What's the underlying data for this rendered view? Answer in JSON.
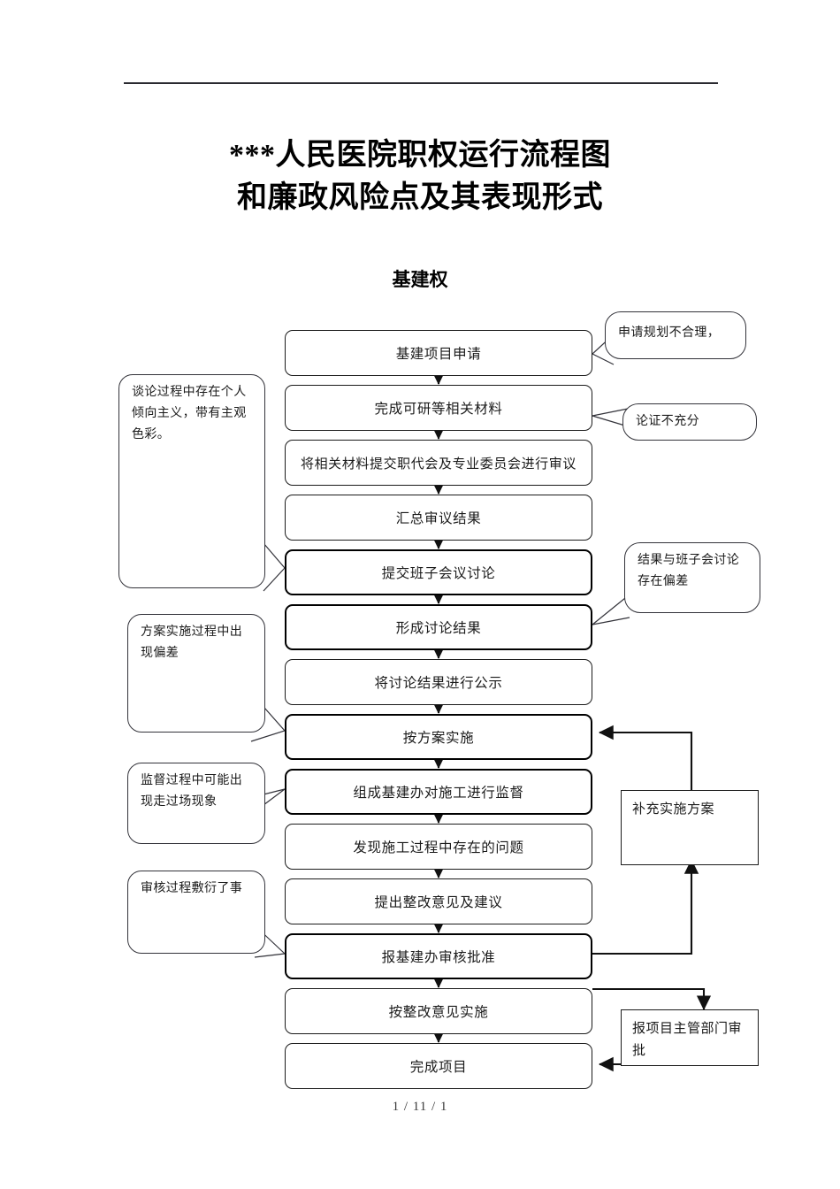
{
  "document": {
    "title": "***人民医院职权运行流程图\n和廉政风险点及其表现形式",
    "section_title": "基建权",
    "footer": "1 / 11 / 1"
  },
  "flow": {
    "steps": [
      {
        "id": "s1",
        "label": "基建项目申请",
        "emphasized": false
      },
      {
        "id": "s2",
        "label": "完成可研等相关材料",
        "emphasized": false
      },
      {
        "id": "s3",
        "label": "将相关材料提交职代会及专业委员会进行审议",
        "emphasized": false
      },
      {
        "id": "s4",
        "label": "汇总审议结果",
        "emphasized": false
      },
      {
        "id": "s5",
        "label": "提交班子会议讨论",
        "emphasized": true
      },
      {
        "id": "s6",
        "label": "形成讨论结果",
        "emphasized": true
      },
      {
        "id": "s7",
        "label": "将讨论结果进行公示",
        "emphasized": false
      },
      {
        "id": "s8",
        "label": "按方案实施",
        "emphasized": true
      },
      {
        "id": "s9",
        "label": "组成基建办对施工进行监督",
        "emphasized": true
      },
      {
        "id": "s10",
        "label": "发现施工过程中存在的问题",
        "emphasized": false
      },
      {
        "id": "s11",
        "label": "提出整改意见及建议",
        "emphasized": false
      },
      {
        "id": "s12",
        "label": "报基建办审核批准",
        "emphasized": true
      },
      {
        "id": "s13",
        "label": "按整改意见实施",
        "emphasized": false
      },
      {
        "id": "s14",
        "label": "完成项目",
        "emphasized": false
      }
    ]
  },
  "risk_callouts": {
    "left": [
      {
        "id": "lc1",
        "text": "谈论过程中存在个人倾向主义，带有主观色彩。"
      },
      {
        "id": "lc2",
        "text": "方案实施过程中出现偏差"
      },
      {
        "id": "lc3",
        "text": "监督过程中可能出现走过场现象"
      },
      {
        "id": "lc4",
        "text": "审核过程敷衍了事"
      }
    ],
    "right": [
      {
        "id": "rc1",
        "text": "申请规划不合理，"
      },
      {
        "id": "rc2",
        "text": "论证不充分"
      },
      {
        "id": "rc3",
        "text": "结果与班子会讨论存在偏差"
      }
    ]
  },
  "side_boxes": [
    {
      "id": "sb1",
      "label": "补充实施方案"
    },
    {
      "id": "sb2",
      "label": "报项目主管部门审批"
    }
  ]
}
